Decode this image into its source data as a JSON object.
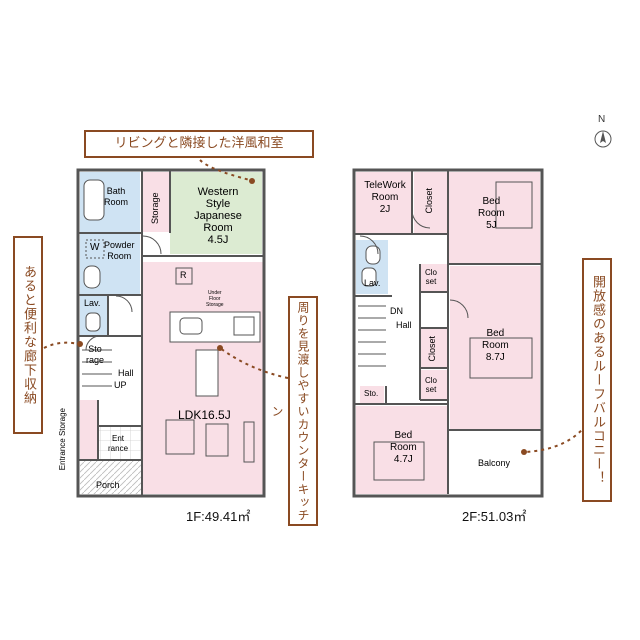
{
  "callouts": {
    "washitsu": "リビングと隣接した洋風和室",
    "hallway": "あると便利な廊下収納",
    "counter": "周りを見渡しやすいカウンターキッチン",
    "balcony": "開放感のあるルーフバルコニー！"
  },
  "north_label": "N",
  "floor1": {
    "bath": "Bath\nRoom",
    "storage": "Storage",
    "western": "Western\nStyle\nJapanese\nRoom\n4.5J",
    "powder": "Powder\nRoom",
    "w": "W",
    "r": "R",
    "underfloor": "Under\nFloor\nStorage",
    "lav": "Lav.",
    "sto": "Sto\nrage",
    "hall": "Hall",
    "up": "UP",
    "ldk": "LDK16.5J",
    "entrance_storage": "Entrance Storage",
    "entrance": "Ent\nrance",
    "porch": "Porch",
    "area": "1F:49.41㎡"
  },
  "floor2": {
    "telework": "TeleWork\nRoom\n2J",
    "closet1": "Closet",
    "bed5": "Bed\nRoom\n5J",
    "lav": "Lav.",
    "closet_a": "Clo\nset",
    "dn": "DN",
    "hall": "Hall",
    "closet2": "Closet",
    "bed87": "Bed\nRoom\n8.7J",
    "closet_b": "Clo\nset",
    "sto": "Sto.",
    "bed47": "Bed\nRoom\n4.7J",
    "balcony": "Balcony",
    "area": "2F:51.03㎡"
  },
  "colors": {
    "pink": "#f9dfe6",
    "green": "#dcebd2",
    "blue": "#cfe3f3",
    "wall": "#555555",
    "accent": "#8a4a22"
  }
}
